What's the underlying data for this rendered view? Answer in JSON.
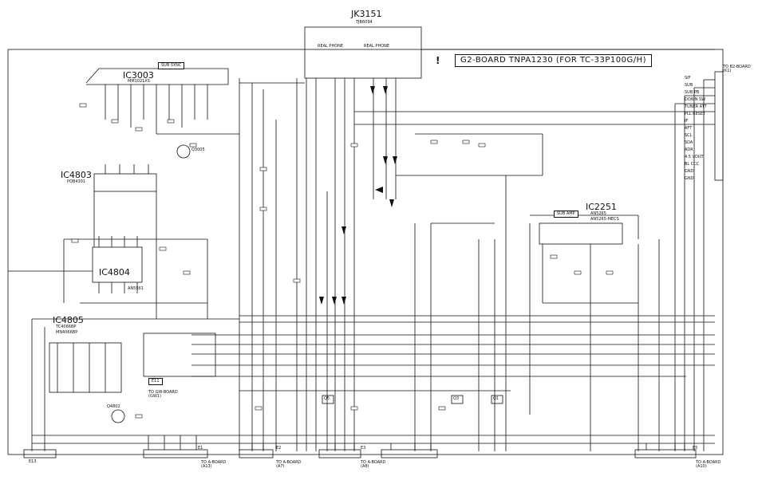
{
  "jack": {
    "ref": "JK3151",
    "part": "TJB6094",
    "pins": [
      "REAL PHONE",
      "REAL PHONE"
    ]
  },
  "board_title": {
    "warning_symbol": "!",
    "text": "G2-BOARD    TNPA1230 (FOR TC-33P100G/H)"
  },
  "ics": {
    "ic3003": {
      "ref": "IC3003",
      "part": "MM1021XS",
      "function": "SUB SYNC"
    },
    "ic4803": {
      "ref": "IC4803",
      "part": "PQB4301"
    },
    "ic4804": {
      "ref": "IC4804",
      "part": "AN5561"
    },
    "ic4805": {
      "ref": "IC4805",
      "part": "TC4066BP",
      "alt": "MN4066BP"
    },
    "ic2251": {
      "ref": "IC2251",
      "part": "AN5265",
      "alt": "AN5265-MECS",
      "function": "SUB AMP"
    }
  },
  "transistors": [
    "Q3005",
    "Q4802",
    "Q5",
    "Q3",
    "Q1"
  ],
  "connectors": {
    "right": {
      "label": "TO B2-BOARD (K1)",
      "pins": [
        "SIF",
        "SUB",
        "SUB PB",
        "DOWN SW",
        "TUNER ATT",
        "PLL RESET",
        "IF",
        "AFT",
        "SCL",
        "SDA",
        "ADR",
        "4.5 VOUT",
        "BL CCC",
        "GND",
        "GND"
      ]
    },
    "bottom": [
      {
        "ref": "E13",
        "label": ""
      },
      {
        "ref": "E1",
        "label": "TO A-BOARD (A13)"
      },
      {
        "ref": "E2",
        "label": "TO A-BOARD (A7)"
      },
      {
        "ref": "E3",
        "label": "TO A-BOARD (A8)"
      },
      {
        "ref": "E5",
        "label": "TO A-BOARD (A10)"
      }
    ],
    "gw": {
      "ref": "E11",
      "label": "TO GW-BOARD (GW1)"
    }
  },
  "colors": {
    "ink": "#111111",
    "paper": "#ffffff"
  }
}
